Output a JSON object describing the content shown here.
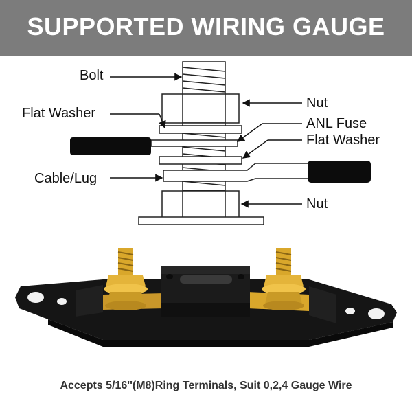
{
  "banner": {
    "title": "SUPPORTED WIRING GAUGE",
    "background": "#7c7c7c"
  },
  "diagram": {
    "labels": {
      "bolt": "Bolt",
      "flat_washer_top": "Flat Washer",
      "cable_lug": "Cable/Lug",
      "nut_top": "Nut",
      "anl_fuse": "ANL Fuse",
      "flat_washer_right": "Flat Washer",
      "nut_bottom": "Nut"
    }
  },
  "product_photo": {
    "icons": [
      "fuse-holder-base-icon",
      "gold-terminal-stud-icon",
      "fuse-slot-cover-icon"
    ],
    "colors": {
      "base": "#151515",
      "brass": "#d9a72b"
    }
  },
  "caption": "Accepts 5/16''(M8)Ring Terminals, Suit 0,2,4 Gauge Wire"
}
